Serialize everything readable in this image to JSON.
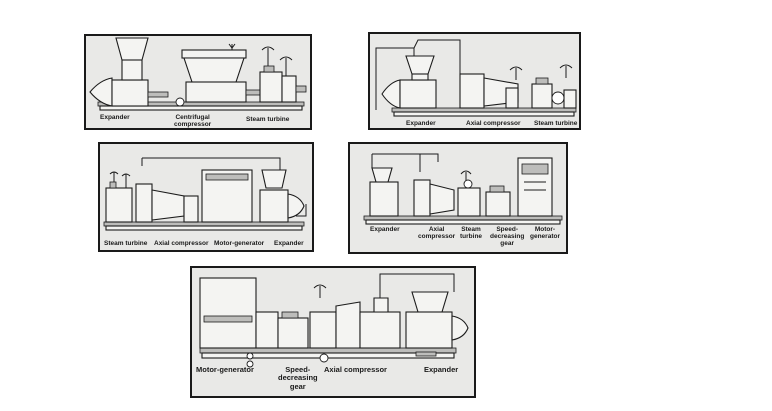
{
  "configurations": [
    {
      "id": "config-1",
      "labels": [
        "Expander",
        "Centrifugal\ncompressor",
        "Steam turbine"
      ]
    },
    {
      "id": "config-2",
      "labels": [
        "Expander",
        "Axial compressor",
        "Steam turbine"
      ]
    },
    {
      "id": "config-3",
      "labels": [
        "Steam turbine",
        "Axial compressor",
        "Motor-generator",
        "Expander"
      ]
    },
    {
      "id": "config-4",
      "labels": [
        "Expander",
        "Axial\ncompressor",
        "Steam\nturbine",
        "Speed-\ndecreasing\ngear",
        "Motor-\ngenerator"
      ]
    },
    {
      "id": "config-5",
      "labels": [
        "Motor-generator",
        "Speed-\ndecreasing\ngear",
        "Axial compressor",
        "Expander"
      ]
    }
  ]
}
